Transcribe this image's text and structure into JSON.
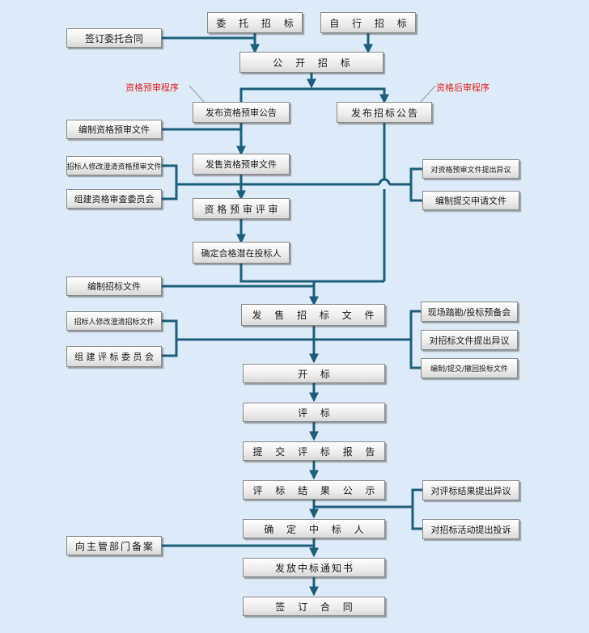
{
  "colors": {
    "background": "#dcebf7",
    "connector": "#1c5f7b",
    "annotation": "#e02020"
  },
  "nodes": {
    "entrust_tender": "委 托 招 标",
    "self_tender": "自 行 招 标",
    "sign_entrust_contract": "签订委托合同",
    "open_tender": "公 开 招 标",
    "pre_qual_procedure": "资格预审程序",
    "post_qual_procedure": "资格后审程序",
    "publish_prequal_notice": "发布资格预审公告",
    "publish_tender_notice": "发布招标公告",
    "compile_prequal_docs": "编制资格预审文件",
    "sell_prequal_docs": "发售资格预审文件",
    "modify_prequal_docs": "招标人修改澄清资格预审文件",
    "prequal_objection": "对资格预审文件提出异议",
    "form_prequal_committee": "组建资格审查委员会",
    "compile_application": "编制提交申请文件",
    "prequal_review": "资 格 预 审 评 审",
    "determine_qualified": "确定合格潜在投标人",
    "compile_tender_docs": "编制招标文件",
    "sell_tender_docs": "发 售 招 标 文 件",
    "site_visit": "现场踏勘/投标预备会",
    "modify_tender_docs": "招标人修改澄清招标文件",
    "tender_doc_objection": "对招标文件提出异议",
    "form_eval_committee": "组 建 评 标 委 员 会",
    "compile_bid_docs": "编制/提交/撤回投标文件",
    "bid_opening": "开  标",
    "bid_evaluation": "评  标",
    "submit_eval_report": "提 交 评 标 报 告",
    "publish_eval_result": "评 标 结 果 公 示",
    "result_objection": "对评标结果提出异议",
    "determine_winner": "确 定 中 标 人",
    "tender_complaint": "对招标活动提出投诉",
    "file_with_authority": "向主管部门备案",
    "issue_award_notice": "发放中标通知书",
    "sign_contract": "签 订 合 同"
  }
}
